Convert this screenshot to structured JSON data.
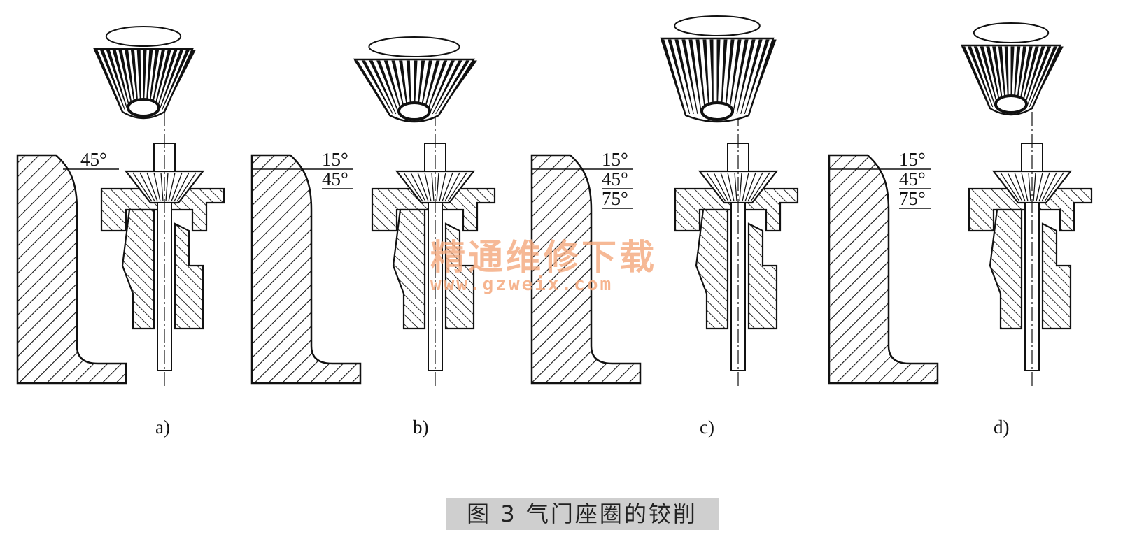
{
  "panels": [
    {
      "label": "a)",
      "angles": [
        "45°"
      ]
    },
    {
      "label": "b)",
      "angles": [
        "15°",
        "45°"
      ]
    },
    {
      "label": "c)",
      "angles": [
        "15°",
        "45°",
        "75°"
      ]
    },
    {
      "label": "d)",
      "angles": [
        "15°",
        "45°",
        "75°"
      ]
    }
  ],
  "watermark": {
    "line1": "精通维修下载",
    "line2": "www.gzweix.com"
  },
  "caption": "图 3  气门座圈的铰削",
  "colors": {
    "ink": "#111111",
    "watermark": "#f4a87c",
    "caption_bg": "#cfcfcf"
  }
}
